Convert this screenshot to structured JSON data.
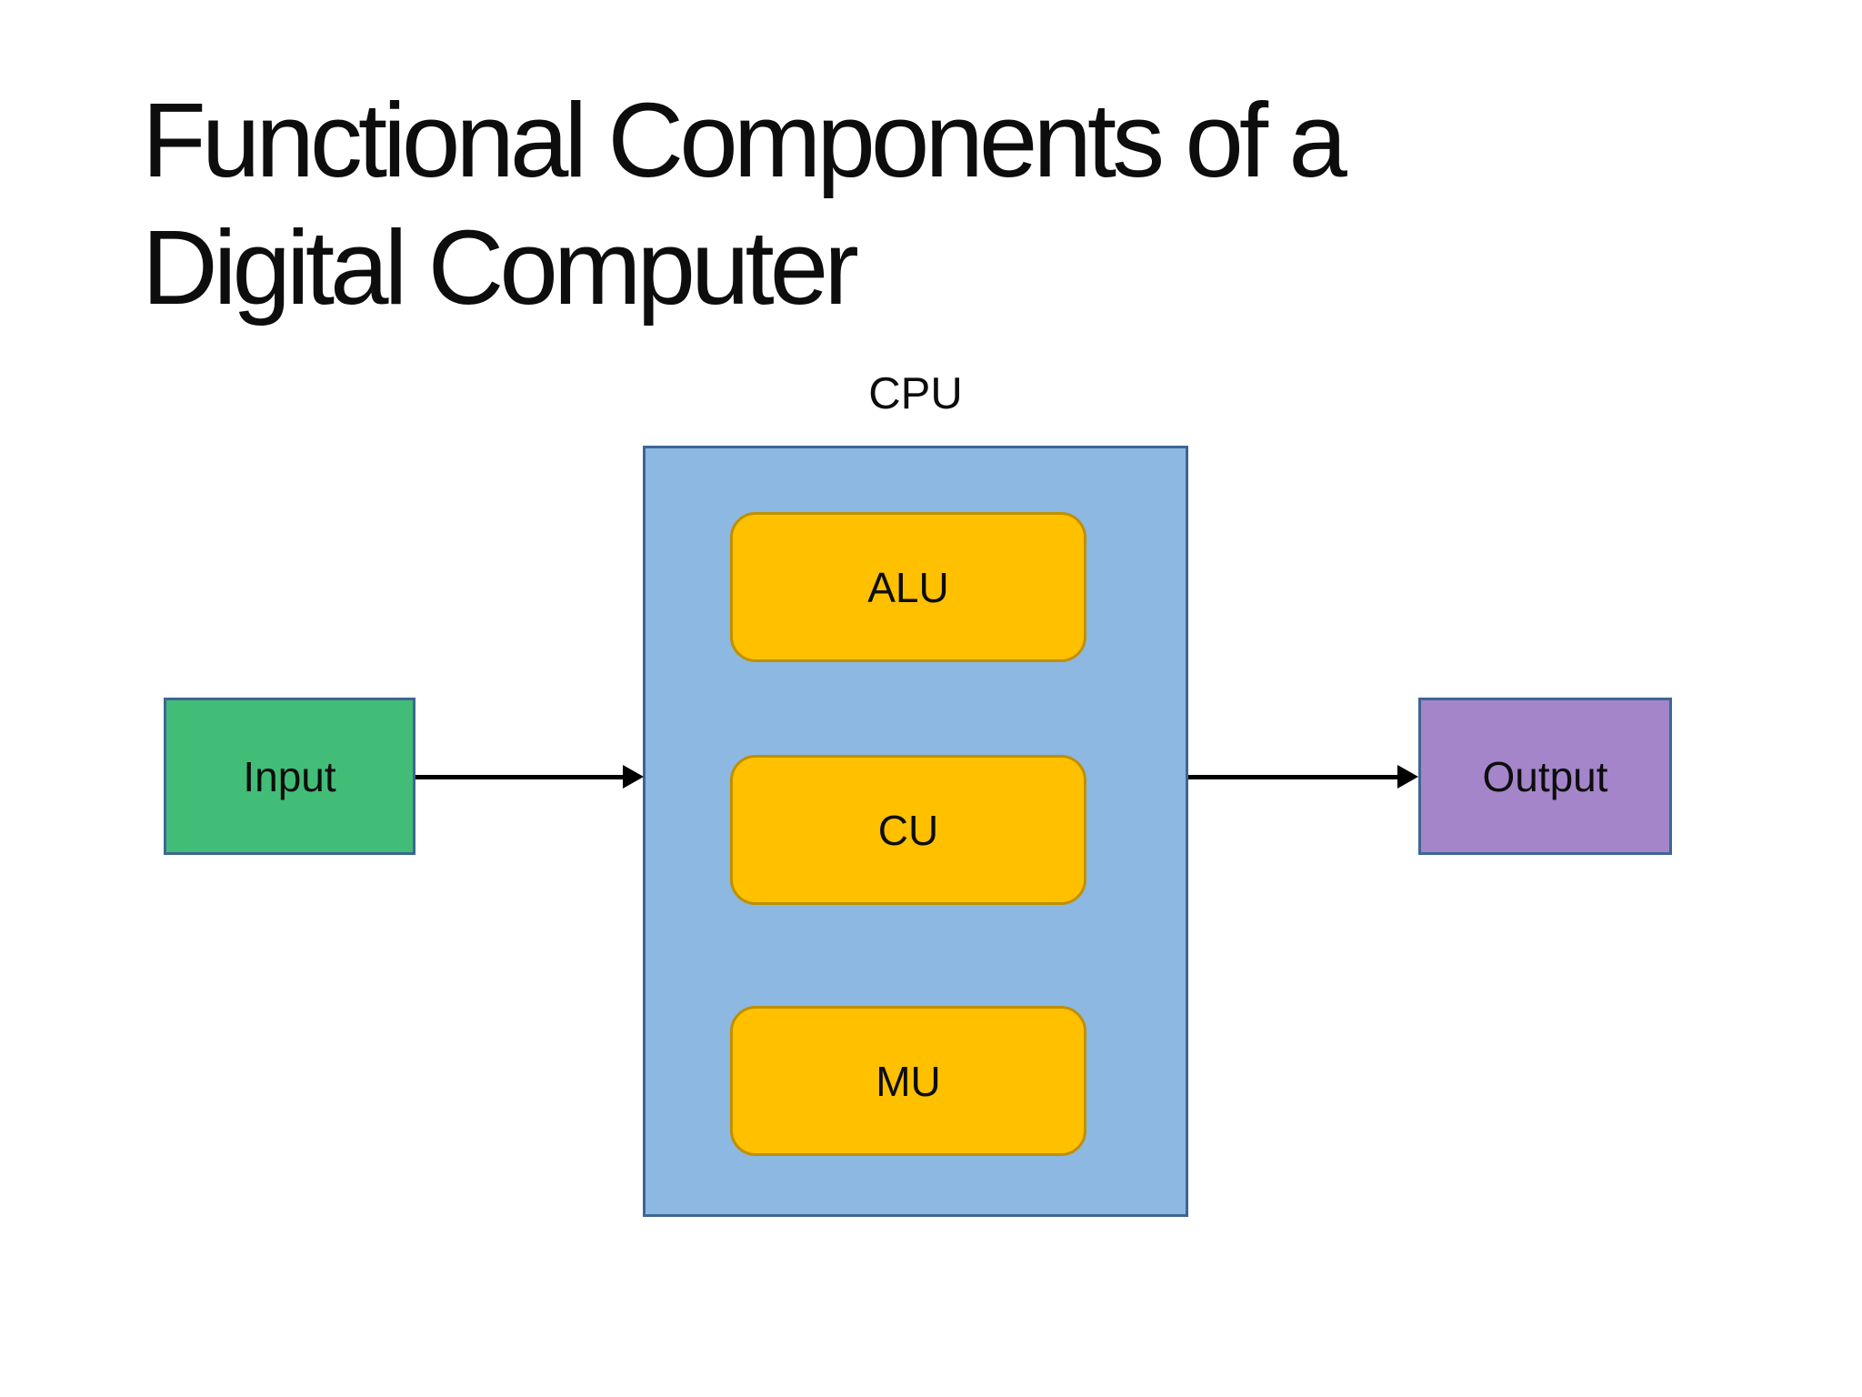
{
  "title": {
    "text": "Functional Components of a Digital Computer",
    "line1": "Functional Components of a",
    "line2": "Digital Computer"
  },
  "diagram": {
    "cpu": {
      "label": "CPU",
      "fill": "#8CB8E2",
      "border": "#3E6694",
      "units": [
        {
          "label": "ALU"
        },
        {
          "label": "CU"
        },
        {
          "label": "MU"
        }
      ]
    },
    "unit_style": {
      "fill": "#FFC000",
      "border": "#BF9000"
    },
    "input": {
      "label": "Input",
      "fill": "#41BD77",
      "border": "#3E6694"
    },
    "output": {
      "label": "Output",
      "fill": "#A485C9",
      "border": "#3E6694"
    },
    "arrow_color": "#000000",
    "connections": [
      {
        "from": "Input",
        "to": "CPU"
      },
      {
        "from": "CPU",
        "to": "Output"
      }
    ]
  }
}
